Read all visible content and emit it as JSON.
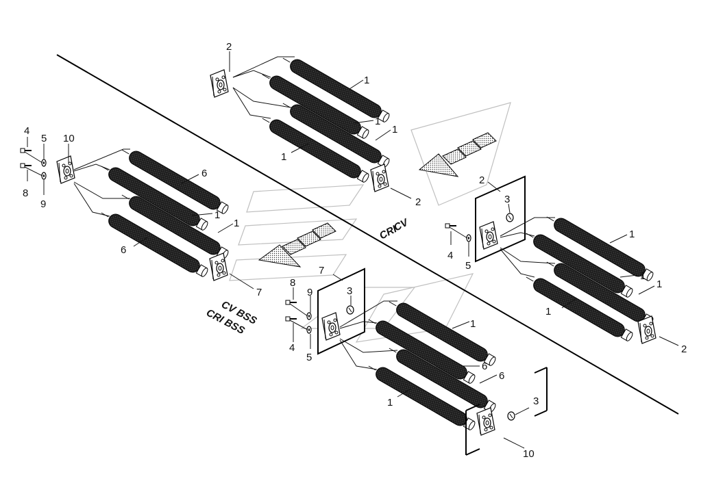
{
  "diagram": {
    "variant_labels": {
      "top_right_1": "CV",
      "top_right_2": "CRI",
      "middle_1": "CV BSS",
      "middle_2": "CRI BSS"
    },
    "callouts": {
      "c_2_top": "2",
      "c_1_a": "1",
      "c_1_b": "1",
      "c_1_c": "1",
      "c_1_d": "1",
      "c_2_mid": "2",
      "c_4_left": "4",
      "c_5_left": "5",
      "c_10_left": "10",
      "c_8_left": "8",
      "c_9_left": "9",
      "c_6_a": "6",
      "c_1_e": "1",
      "c_1_f": "1",
      "c_6_b": "6",
      "c_7_left": "7",
      "c_2_right_top": "2",
      "c_3_right": "3",
      "c_4_right": "4",
      "c_5_right": "5",
      "c_1_g": "1",
      "c_1_h": "1",
      "c_1_i": "1",
      "c_1_j": "1",
      "c_2_right_bot": "2",
      "c_8_mid": "8",
      "c_9_mid": "9",
      "c_7_mid": "7",
      "c_3_mid": "3",
      "c_4_mid": "4",
      "c_5_mid": "5",
      "c_1_k": "1",
      "c_6_c": "6",
      "c_6_d": "6",
      "c_1_l": "1",
      "c_3_bot": "3",
      "c_10_bot": "10"
    }
  }
}
